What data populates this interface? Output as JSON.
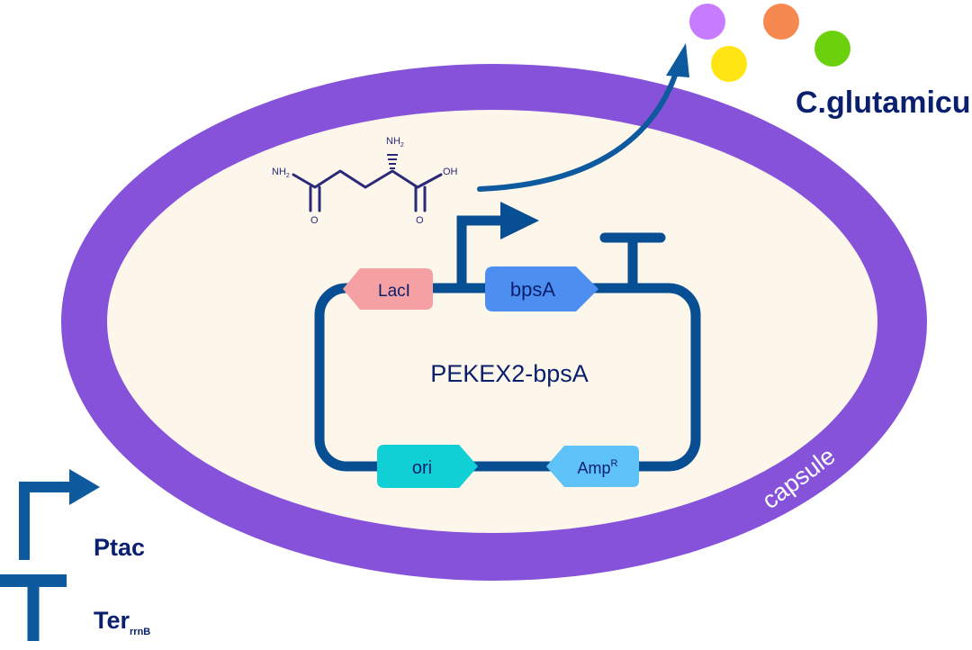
{
  "molecule": {
    "amine_top": "NH",
    "amine_top_sub": "2",
    "amine_left": "NH",
    "amine_left_sub": "2",
    "hydroxyl": "OH",
    "oxygen_left": "O",
    "oxygen_right": "O"
  },
  "plasmid": {
    "name": "PEKEX2-bpsA",
    "genes": {
      "lacI": "LacI",
      "bpsA": "bpsA",
      "ori": "ori",
      "amp": "Amp",
      "amp_superscript": "R"
    }
  },
  "cell": {
    "capsule_label": "capsule"
  },
  "organism_label": "C.glutamicum",
  "legend": {
    "promoter_label": "Ptac",
    "terminator_label": "Ter",
    "terminator_subscript": "rrnB"
  },
  "colors": {
    "capsule": "#8552d9",
    "cytoplasm": "#fdf6ea",
    "navy": "#0a1f6e",
    "backbone": "#084e92",
    "arrow": "#0e5a9e",
    "lacI": "#f5a0a3",
    "bpsA": "#4d8ff0",
    "ori": "#11d0d5",
    "amp": "#5ec2f6",
    "molecule": "#2b2a78",
    "dot_purple": "#c77bff",
    "dot_orange": "#f5894f",
    "dot_yellow": "#ffe514",
    "dot_green": "#6bd10d"
  }
}
